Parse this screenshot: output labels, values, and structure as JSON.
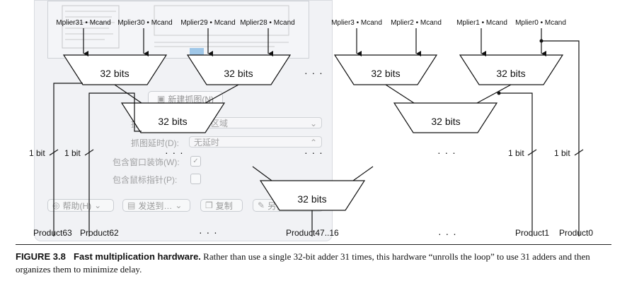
{
  "diagram": {
    "inputs": [
      "Mplier31 • Mcand",
      "Mplier30 • Mcand",
      "Mplier29 • Mcand",
      "Mplier28 • Mcand",
      "Mplier3 • Mcand",
      "Mplier2 • Mcand",
      "Mplier1 • Mcand",
      "Mplier0 • Mcand"
    ],
    "adder_label": "32 bits",
    "bit_label": "1 bit",
    "ellipsis": "· · ·",
    "outputs": [
      "Product63",
      "Product62",
      "Product47..16",
      "Product1",
      "Product0"
    ]
  },
  "overlay": {
    "new_button": "新建抓图(N)",
    "mode_label": "抓图模式:",
    "mode_value": "矩形区域",
    "delay_label": "抓图延时(D):",
    "delay_value": "无延时",
    "include_border_label": "包含窗口装饰(W):",
    "include_cursor_label": "包含鼠标指针(P):",
    "help_button": "帮助(H)",
    "send_button": "发送到…",
    "copy_button": "复制",
    "save_button": "另存为(A)…"
  },
  "caption": {
    "figure": "FIGURE 3.8",
    "heading": "Fast multiplication hardware.",
    "text": "Rather than use a single 32-bit adder 31 times, this hardware “unrolls the loop” to use 31 adders and then organizes them to minimize delay."
  }
}
